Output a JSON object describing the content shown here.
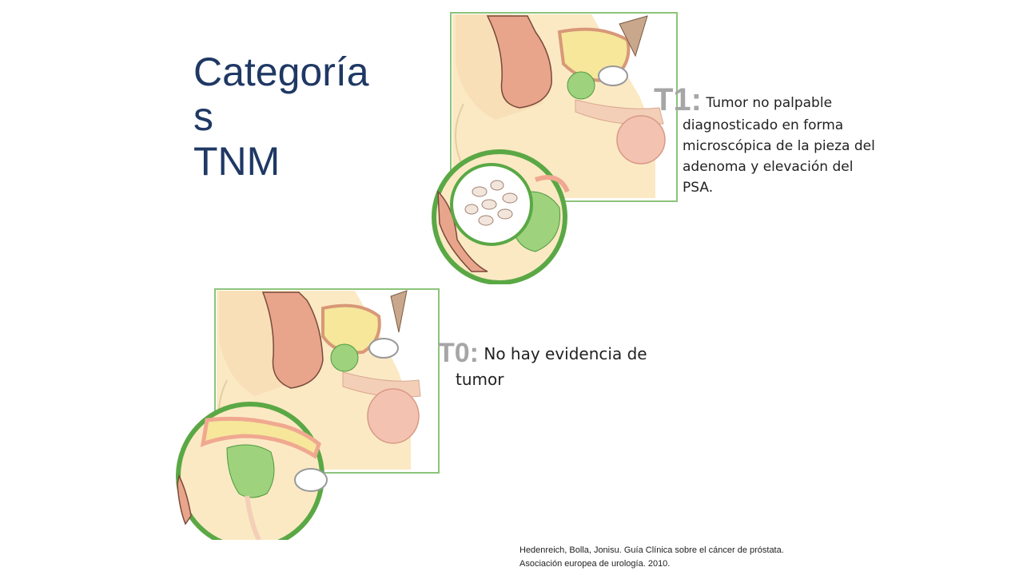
{
  "title": {
    "line1": "Categoría",
    "line2": "s",
    "line3": "TNM"
  },
  "t1": {
    "stage": "T1:",
    "text_first": "Tumor no palpable",
    "text_rest": "diagnosticado en forma microscópica de la pieza del adenoma y elevación del PSA."
  },
  "t0": {
    "stage": "T0:",
    "text_first": "No hay evidencia de",
    "text_rest": "tumor"
  },
  "citation": {
    "line1": "Hedenreich, Bolla, Jonisu.  Guía Clínica sobre el cáncer de próstata.",
    "line2": "Asociación europea de urología.  2010."
  },
  "colors": {
    "title": "#1f3864",
    "stage_label": "#a6a6a6",
    "frame_green": "#4e9a3f",
    "skin": "#fbe9c4",
    "rectum": "#e8a58c",
    "gland": "#9ed27d"
  },
  "icons": [
    "t1-anatomy-illustration",
    "t1-magnified-circle",
    "t0-anatomy-illustration",
    "t0-magnified-circle"
  ]
}
